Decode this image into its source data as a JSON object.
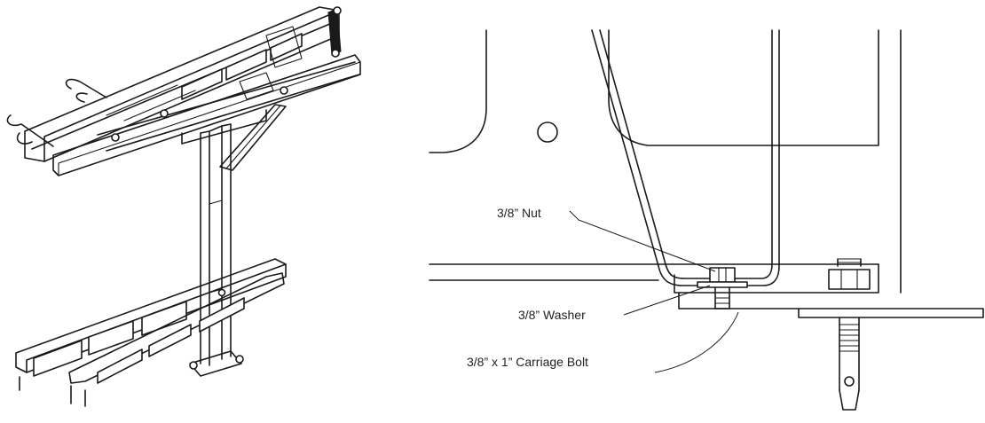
{
  "callouts": {
    "nut": "3/8” Nut",
    "washer": "3/8” Washer",
    "carriage_bolt": "3/8” x 1” Carriage Bolt"
  },
  "colors": {
    "line": "#1a1a1a",
    "background": "#ffffff",
    "text": "#222222"
  }
}
